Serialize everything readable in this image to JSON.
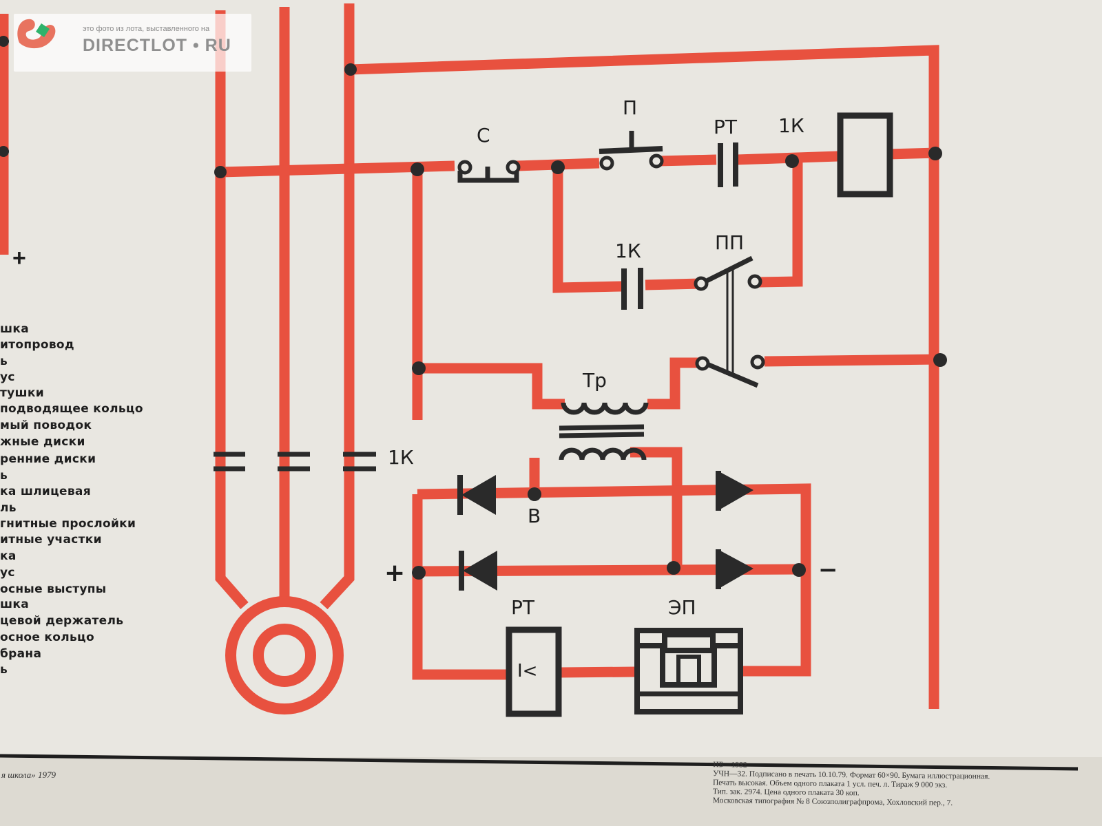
{
  "watermark": {
    "subtitle": "это фото из лота, выставленного на",
    "brand": "DIRECTLOT • RU"
  },
  "legend": {
    "plus_sign": "+",
    "items": [
      "шка",
      "итопровод",
      "ь",
      "ус",
      "тушки",
      "подводящее кольцо",
      "мый поводок",
      "жные диски",
      "ренние диски",
      "ь",
      "ка шлицевая",
      "ль",
      "гнитные прослойки",
      "итные участки",
      "ка",
      "ус",
      "осные выступы",
      "шка",
      "цевой держатель",
      "осное кольцо",
      "брана",
      "ь"
    ]
  },
  "diagram": {
    "labels": {
      "switch_c": "С",
      "button_p": "П",
      "relay_rt_top": "РТ",
      "contact_1k_top": "1К",
      "contact_1k_mid": "1К",
      "switch_pp": "ПП",
      "transformer": "Тр",
      "motor_contacts": "1К",
      "bridge_b": "В",
      "plus": "+",
      "minus": "−",
      "relay_rt_bottom": "РТ",
      "relay_symbol": "I<",
      "clutch_ep": "ЭП"
    },
    "colors": {
      "wire": "#e8513f",
      "symbol": "#2a2a2a",
      "paper": "#e9e7e1"
    }
  },
  "footer": {
    "publisher": "я школа» 1979",
    "imprint": [
      "ИБ—1932",
      "УЧН—32. Подписано в печать 10.10.79. Формат 60×90. Бумага иллюстрационная.",
      "Печать высокая. Объем одного плаката 1 усл. печ. л. Тираж 9 000 экз.",
      "Тип. зак. 2974. Цена одного плаката 30 коп.",
      "Московская типография № 8 Союзполиграфпрома, Хохловский пер., 7."
    ]
  }
}
